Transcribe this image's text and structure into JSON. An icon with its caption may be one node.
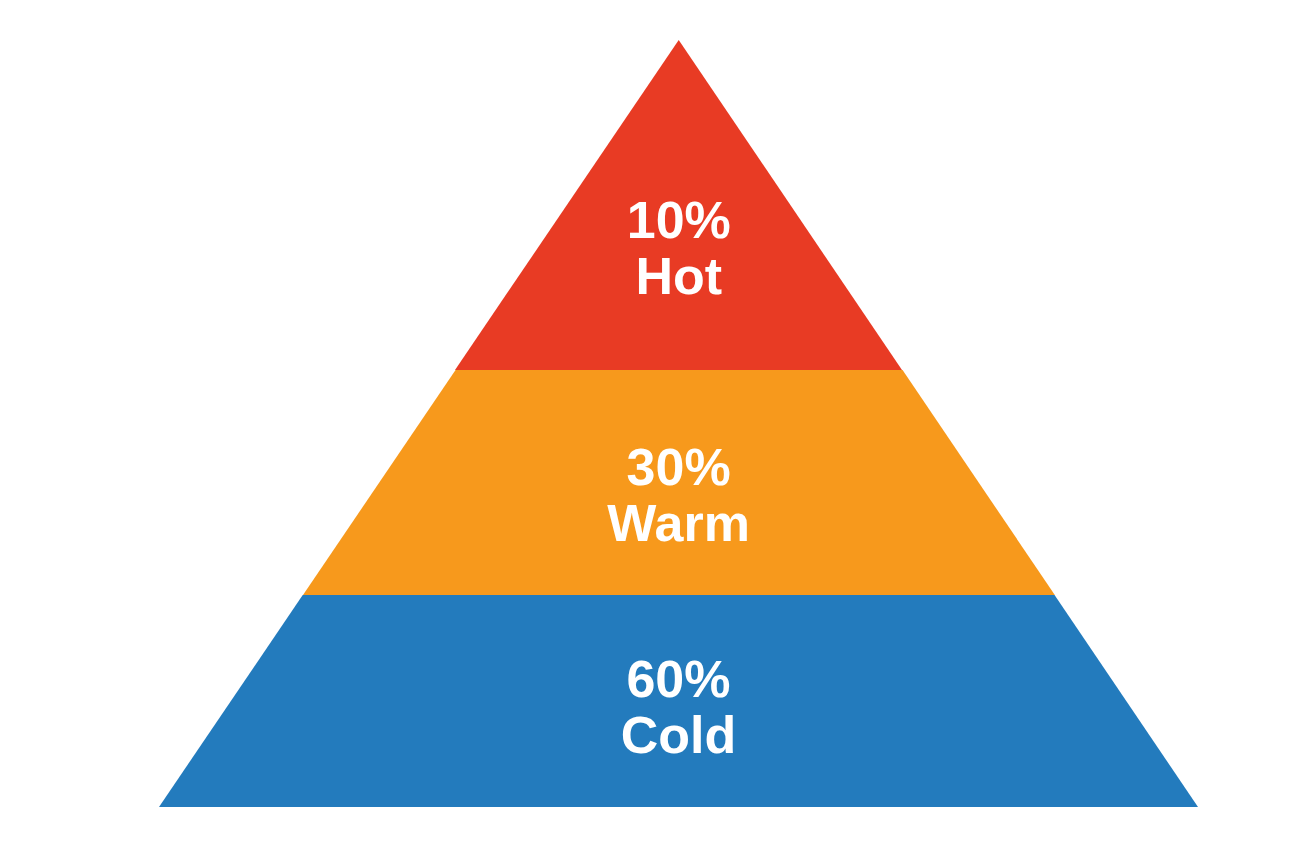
{
  "diagram": {
    "nodes": [
      {
        "text": [
          "10%",
          "Hot"
        ]
      },
      {
        "text": [
          "30%",
          "Warm"
        ]
      },
      {
        "text": [
          "60%",
          "Cold"
        ]
      }
    ]
  }
}
